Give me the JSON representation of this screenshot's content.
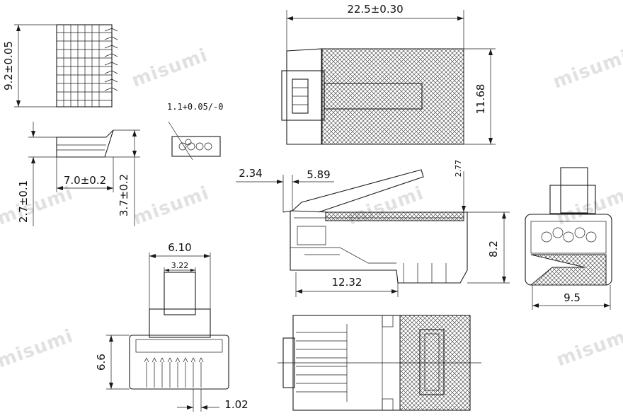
{
  "watermark": "misumi",
  "dimensions": {
    "overall_length": "22.5±0.30",
    "height_side": "11.68",
    "contact_pitch_stack": "9.2±0.05",
    "blade_length": "7.0±0.2",
    "blade_height_left": "2.7±0.1",
    "blade_height_right": "3.7±0.2",
    "hole_dia": "1.1+0.05/-0",
    "offset_a": "2.34",
    "offset_b": "5.89",
    "latch_height": "2.77",
    "body_length": "12.32",
    "body_height": "8.2",
    "width_front": "9.5",
    "front_width_top": "6.10",
    "latch_width": "3.22",
    "front_height": "6.6",
    "contact_pitch": "1.02"
  }
}
